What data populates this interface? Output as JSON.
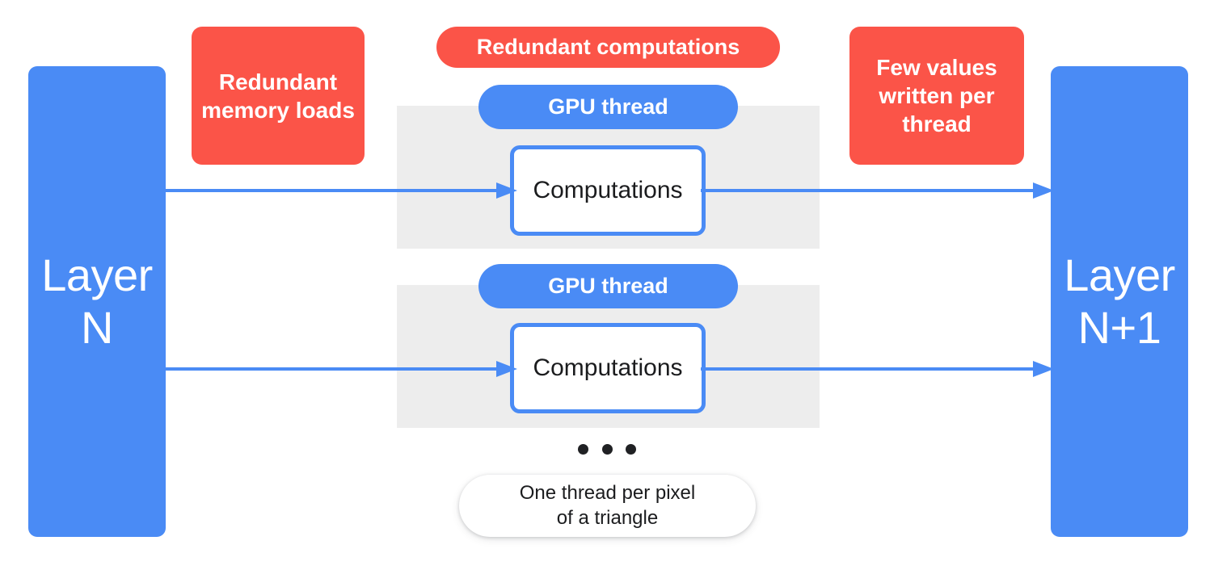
{
  "diagram": {
    "title": "GPU thread redundancy between layers",
    "colors": {
      "blue": "#4a8bf5",
      "red": "#fb5448",
      "band_gray": "#ededed",
      "text_dark": "#1b1c1e",
      "white": "#ffffff"
    }
  },
  "layers": {
    "input": {
      "label": "Layer\nN",
      "line1": "Layer",
      "line2": "N"
    },
    "output": {
      "label": "Layer\nN+1",
      "line1": "Layer",
      "line2": "N+1"
    }
  },
  "callouts": {
    "memory_loads": "Redundant memory loads",
    "redundant_computations": "Redundant computations",
    "written_per_thread": "Few values written per thread"
  },
  "threads": [
    {
      "pill_label": "GPU thread",
      "box_label": "Computations"
    },
    {
      "pill_label": "GPU thread",
      "box_label": "Computations"
    }
  ],
  "ellipsis": {
    "dots": 3,
    "meaning": "more-threads-indicator"
  },
  "caption": {
    "line1": "One thread per pixel",
    "line2": "of a triangle"
  },
  "arrows": {
    "in_1": "layer-n-to-thread-1",
    "in_2": "layer-n-to-thread-2",
    "out_1": "thread-1-to-layer-n-plus-1",
    "out_2": "thread-2-to-layer-n-plus-1"
  }
}
